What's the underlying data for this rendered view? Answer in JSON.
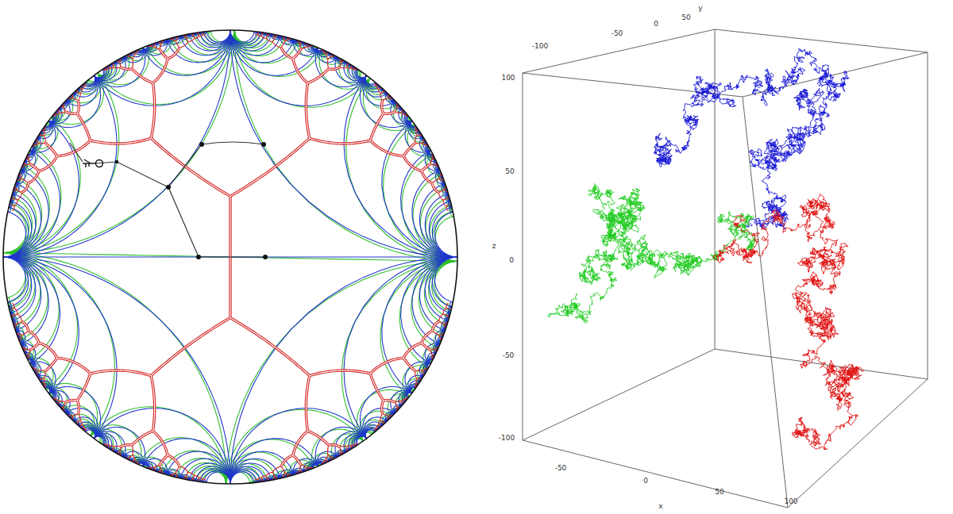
{
  "diagram": {
    "labels": [
      "y",
      "-100",
      "-50",
      "0",
      "50",
      "100",
      "50",
      "0",
      "-50",
      "-100",
      "z",
      "-50",
      "0",
      "50",
      "100",
      "x"
    ]
  }
}
